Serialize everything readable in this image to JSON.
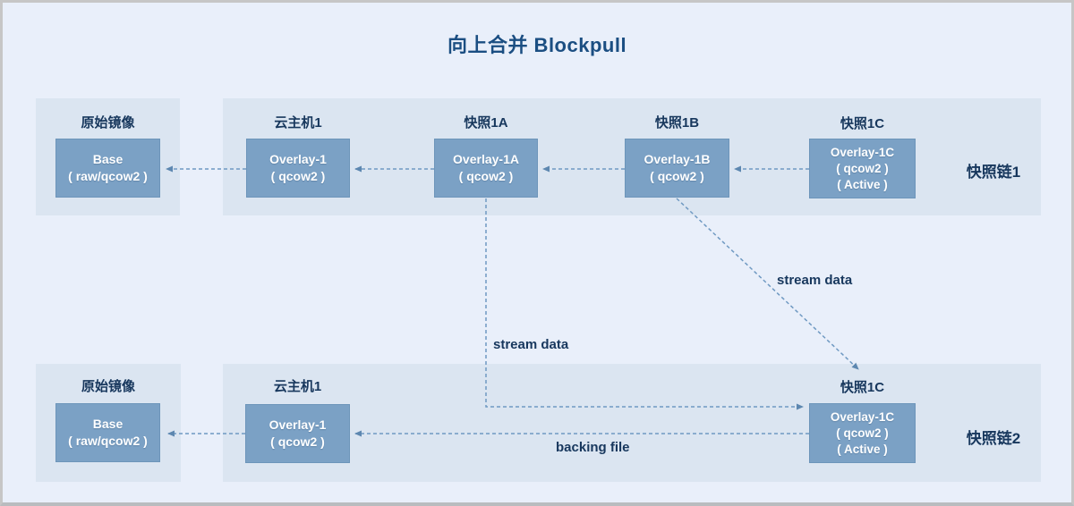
{
  "title": "向上合并 Blockpull",
  "top_row": {
    "source_panel": {
      "label": "原始镜像",
      "box": {
        "line1": "Base",
        "line2": "( raw/qcow2 )"
      }
    },
    "chain_panel": {
      "chain_label": "快照链1",
      "nodes": [
        {
          "label": "云主机1",
          "box_line1": "Overlay-1",
          "box_line2": "( qcow2 )"
        },
        {
          "label": "快照1A",
          "box_line1": "Overlay-1A",
          "box_line2": "( qcow2 )"
        },
        {
          "label": "快照1B",
          "box_line1": "Overlay-1B",
          "box_line2": "( qcow2 )"
        },
        {
          "label": "快照1C",
          "box_line1": "Overlay-1C",
          "box_line2": "( qcow2 )",
          "box_line3": "( Active )"
        }
      ]
    }
  },
  "bottom_row": {
    "source_panel": {
      "label": "原始镜像",
      "box": {
        "line1": "Base",
        "line2": "( raw/qcow2 )"
      }
    },
    "chain_panel": {
      "chain_label": "快照链2",
      "nodes": [
        {
          "label": "云主机1",
          "box_line1": "Overlay-1",
          "box_line2": "( qcow2 )"
        },
        {
          "label": "快照1C",
          "box_line1": "Overlay-1C",
          "box_line2": "( qcow2 )",
          "box_line3": "( Active )"
        }
      ]
    }
  },
  "annotations": {
    "stream_data_vertical": "stream data",
    "stream_data_diagonal": "stream data",
    "backing_file": "backing file"
  },
  "colors": {
    "background": "#e9effa",
    "panel": "#dbe5f1",
    "node_box": "#7ba1c5",
    "node_box_border": "#6d95ba",
    "text_dark": "#17375d",
    "title_blue": "#1b4e82",
    "arrow": "#6f99c2",
    "frame_border": "#c6c6c6"
  }
}
